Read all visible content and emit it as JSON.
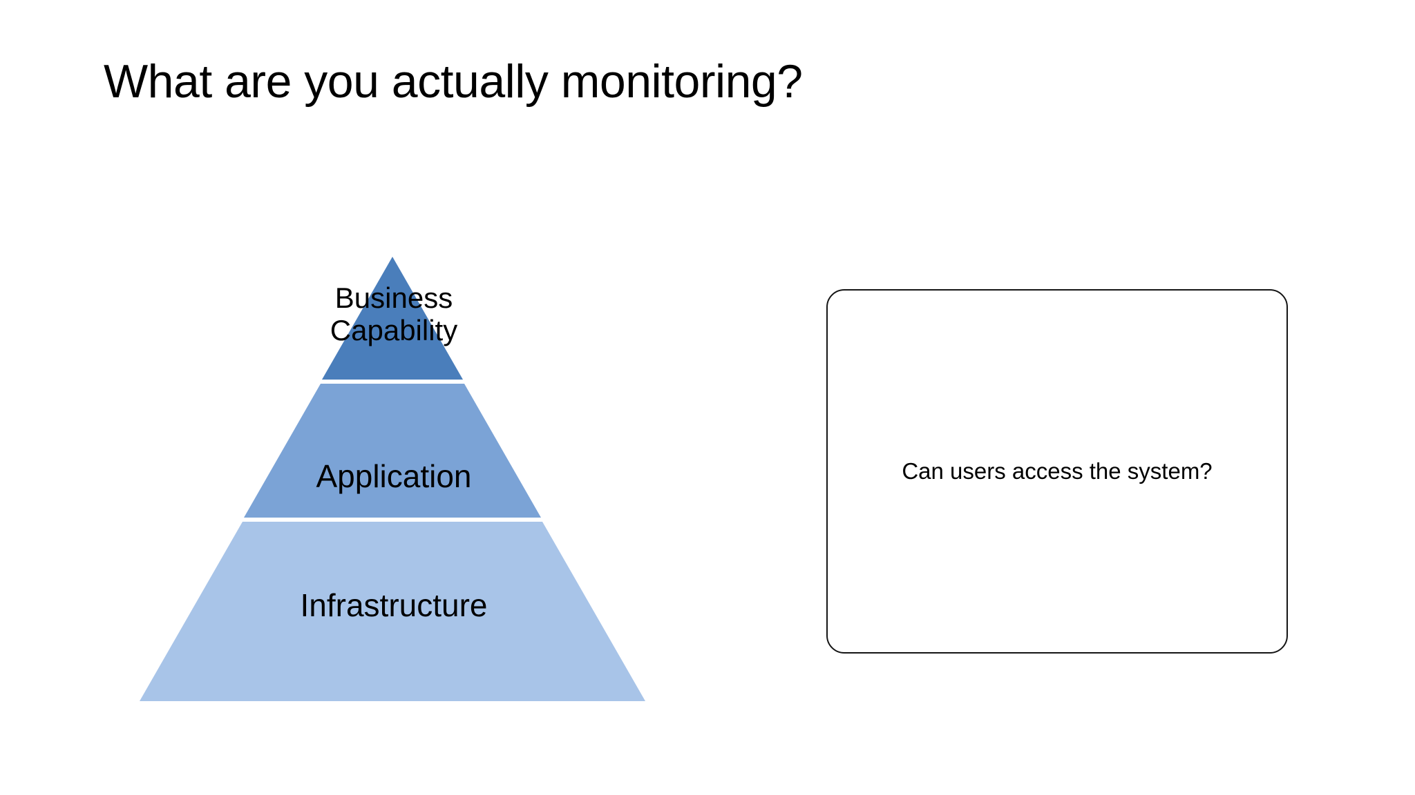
{
  "slide": {
    "title": "What are you actually monitoring?",
    "background_color": "#ffffff",
    "text_color": "#000000"
  },
  "pyramid": {
    "name": "monitoring-layers-pyramid",
    "divider_color": "#ffffff",
    "tiers": [
      {
        "label": "Business\nCapability",
        "position": "top",
        "color": "#4a7ebb"
      },
      {
        "label": "Application",
        "position": "middle",
        "color": "#7ba3d6"
      },
      {
        "label": "Infrastructure",
        "position": "bottom",
        "color": "#a8c4e8"
      }
    ]
  },
  "callout": {
    "text": "Can users access the system?",
    "border_color": "#141414",
    "fill_color": "#ffffff"
  }
}
